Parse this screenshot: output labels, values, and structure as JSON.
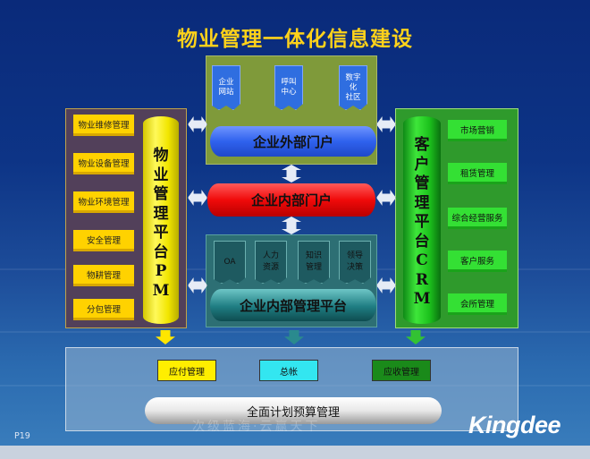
{
  "title": "物业管理一体化信息建设",
  "pm": {
    "items": [
      "物业维修管理",
      "物业设备管理",
      "物业环境管理",
      "安全管理",
      "物耕管理",
      "分包管理"
    ],
    "platform_chars": [
      "物",
      "业",
      "管",
      "理",
      "平",
      "台",
      "P",
      "M"
    ]
  },
  "external": {
    "items": [
      {
        "line1": "企业",
        "line2": "网站",
        "line3": ""
      },
      {
        "line1": "呼叫",
        "line2": "中心",
        "line3": ""
      },
      {
        "line1": "数字",
        "line2": "化",
        "line3": "社区"
      }
    ],
    "portal": "企业外部门户"
  },
  "internal_portal": "企业内部门户",
  "internal": {
    "items": [
      {
        "line1": "OA",
        "line2": ""
      },
      {
        "line1": "人力",
        "line2": "资源"
      },
      {
        "line1": "知识",
        "line2": "管理"
      },
      {
        "line1": "领导",
        "line2": "决策"
      }
    ],
    "platform": "企业内部管理平台"
  },
  "crm": {
    "items": [
      "市场营销",
      "租赁管理",
      "综合经营服务",
      "客户服务",
      "会所管理"
    ],
    "platform_chars": [
      "客",
      "户",
      "管",
      "理",
      "平",
      "台",
      "C",
      "R",
      "M"
    ]
  },
  "finance": {
    "payable": "应付管理",
    "ledger": "总帐",
    "receivable": "应收管理",
    "budget": "全面计划预算管理"
  },
  "footer": {
    "page": "P19",
    "slogan": "次级蓝海·云赢天下",
    "logo": "Kingdee"
  },
  "colors": {
    "title": "#ffd21a",
    "pm_panel": "#52405a",
    "crm_panel": "#2f9a2c",
    "external_panel": "#7f9a3a",
    "internal_panel": "#2d6f74",
    "payable_box": "#ffee00",
    "ledger_box": "#33e6f0",
    "receivable_box": "#1a8a1a"
  }
}
